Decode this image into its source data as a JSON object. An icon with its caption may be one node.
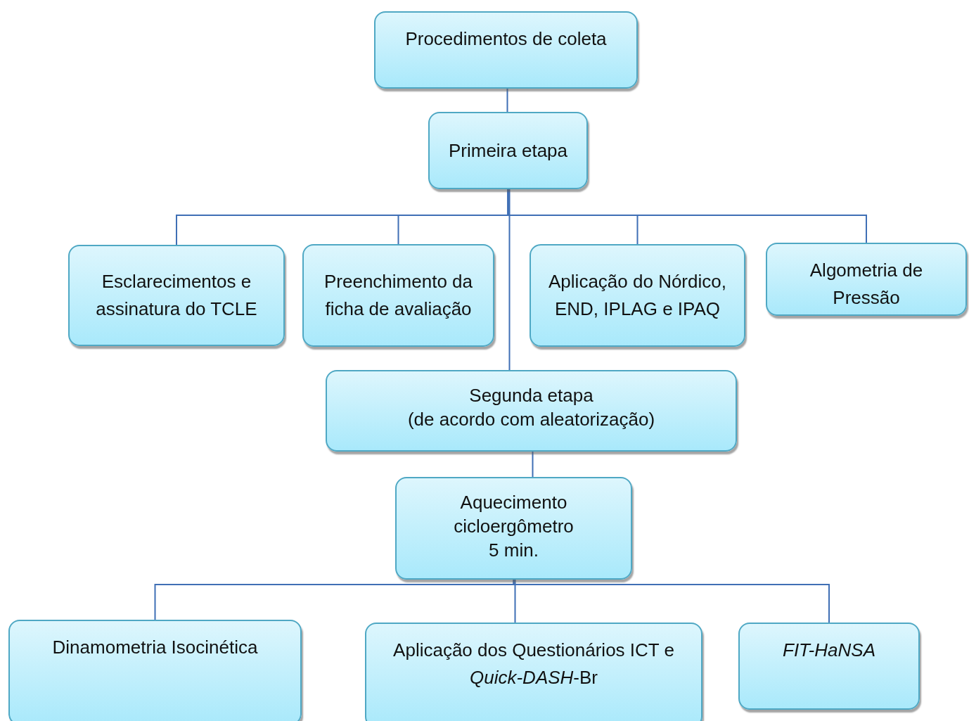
{
  "diagram": {
    "nodes": [
      {
        "text": [
          "Procedimentos de coleta"
        ]
      },
      {
        "text": [
          "Primeira etapa"
        ]
      },
      {
        "text": [
          "Esclarecimentos e assinatura do TCLE"
        ]
      },
      {
        "text": [
          "Preenchimento da ficha de avaliação"
        ]
      },
      {
        "text": [
          "Aplicação do Nórdico, END, IPLAG e IPAQ"
        ]
      },
      {
        "text": [
          "Algometria de Pressão"
        ]
      },
      {
        "text": [
          "Segunda etapa",
          "(de acordo com aleatorização)"
        ]
      },
      {
        "text": [
          "Aquecimento",
          "cicloergômetro",
          "5 min."
        ]
      },
      {
        "text": [
          "Dinamometria Isocinética"
        ]
      },
      {
        "text": [
          "Aplicação dos Questionários ICT e *Quick-DASH*-Br"
        ]
      },
      {
        "text": [
          "FIT-HaNSA"
        ]
      }
    ],
    "edges": [
      {
        "from": 0,
        "to": 1,
        "arrow": "none"
      },
      {
        "from": 1,
        "to": 2,
        "arrow": "none"
      },
      {
        "from": 1,
        "to": 3,
        "arrow": "none"
      },
      {
        "from": 1,
        "to": 4,
        "arrow": "none"
      },
      {
        "from": 1,
        "to": 5,
        "arrow": "none"
      },
      {
        "from": 1,
        "to": 6,
        "arrow": "none"
      },
      {
        "from": 6,
        "to": 7,
        "arrow": "none"
      },
      {
        "from": 7,
        "to": 8,
        "arrow": "none"
      },
      {
        "from": 7,
        "to": 9,
        "arrow": "none"
      },
      {
        "from": 7,
        "to": 10,
        "arrow": "none"
      }
    ]
  }
}
